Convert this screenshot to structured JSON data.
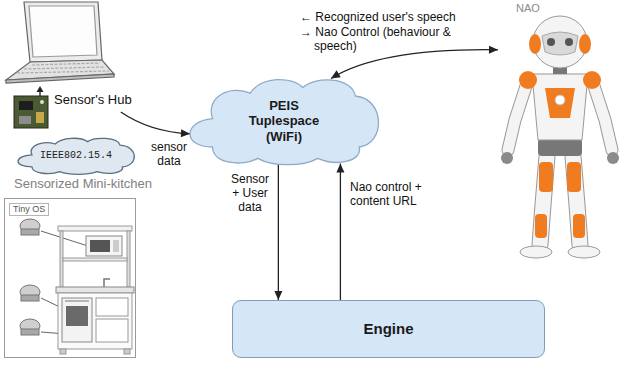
{
  "diagram": {
    "nodes": [
      {
        "text": [
          "Sensor's Hub"
        ]
      },
      {
        "text": [
          "PEIS Tuplespace (WiFi)"
        ]
      },
      {
        "text": [
          "NAO"
        ]
      },
      {
        "text": [
          "IEEE802.15.4"
        ]
      },
      {
        "text": [
          "Tiny OS"
        ]
      },
      {
        "text": [
          "Engine"
        ]
      }
    ],
    "edges": [
      {
        "from": 0,
        "to": 1,
        "label": "sensor data",
        "arrow": "to"
      },
      {
        "from": 1,
        "to": 2,
        "arrow": "both"
      },
      {
        "from": 1,
        "to": 5,
        "label": "Sensor + User data",
        "arrow": "to"
      },
      {
        "from": 5,
        "to": 1,
        "label": "Nao control + content URL",
        "arrow": "to"
      }
    ],
    "labels": [
      "Sensorized Mini-kitchen",
      "← Recognized user's speech",
      "→ Nao Control (behaviour & speech)"
    ]
  }
}
